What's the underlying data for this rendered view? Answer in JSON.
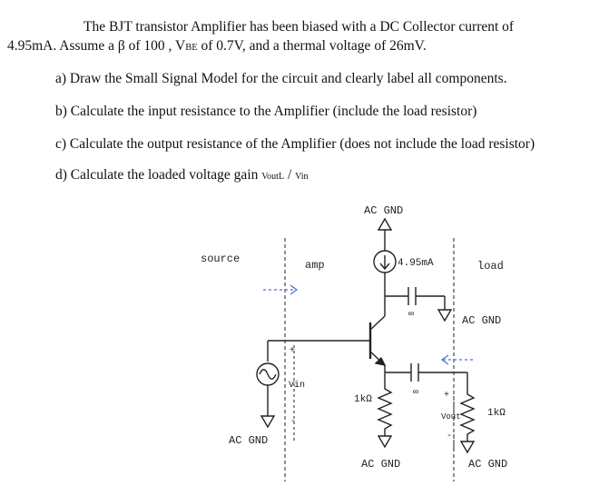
{
  "problem": {
    "line1": "The BJT transistor Amplifier has been biased with a DC Collector current of",
    "line2_a": "4.95mA.  Assume a β of 100 , V",
    "line2_sub": "BE",
    "line2_b": " of 0.7V, and a thermal voltage of 26mV.",
    "part_a": "a) Draw the Small Signal Model for the circuit and clearly label all components.",
    "part_b": "b) Calculate the input resistance to the Amplifier (include the load resistor)",
    "part_c": "c) Calculate the output resistance of the Amplifier (does not include the load resistor)",
    "part_d_a": "d) Calculate the loaded voltage gain ",
    "part_d_vout": "VoutL",
    "part_d_sep": " / ",
    "part_d_vin": "Vin"
  },
  "circuit": {
    "label_source": "source",
    "label_amp": "amp",
    "label_load": "load",
    "label_ac_gnd_top": "AC GND",
    "label_ac_gnd_right": "AC GND",
    "label_ac_gnd_left": "AC GND",
    "label_ac_gnd_bottom_mid": "AC GND",
    "label_ac_gnd_bottom_right": "AC GND",
    "current_source_value": "4.95mA",
    "cap_top_value": "∞",
    "cap_bottom_value": "∞",
    "emitter_resistor": "1kΩ",
    "load_resistor": "1kΩ",
    "vin_label": "Vin",
    "vout_label": "Vout",
    "plus": "+",
    "minus": "-"
  }
}
